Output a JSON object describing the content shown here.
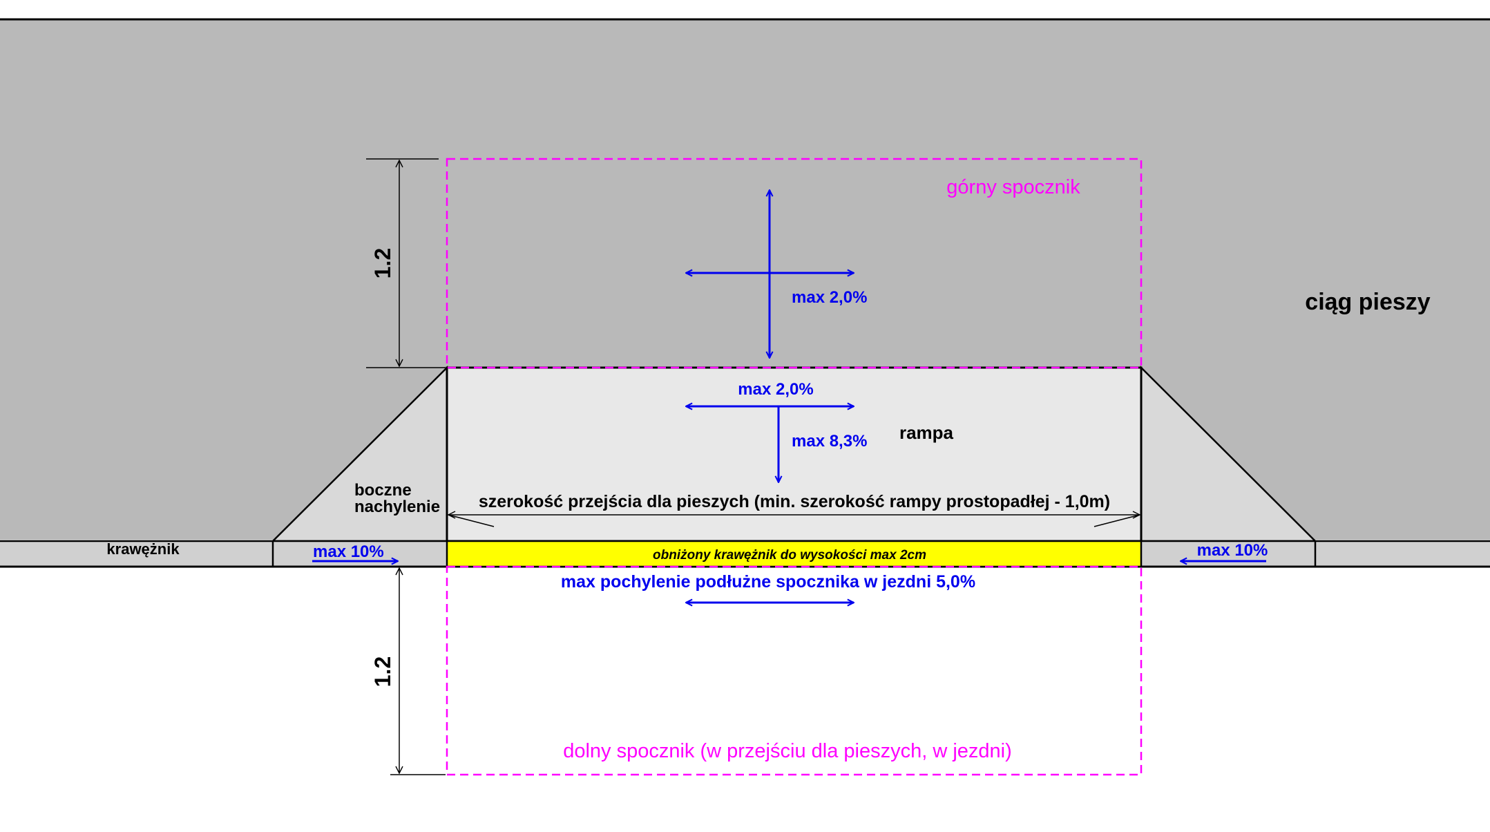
{
  "labels": {
    "upper_landing": "górny spocznik",
    "lower_landing": "dolny spocznik (w przejściu dla pieszych, w jezdni)",
    "pedestrian_path": "ciąg pieszy",
    "ramp": "rampa",
    "side_slope_line1": "boczne",
    "side_slope_line2": "nachylenie",
    "curb": "krawężnik",
    "lowered_curb": "obniżony krawężnik do wysokości max 2cm",
    "crossing_width": "szerokość przejścia dla pieszych (min. szerokość rampy prostopadłej - 1,0m)",
    "landing_slope": "max 2,0%",
    "ramp_cross_slope": "max 2,0%",
    "ramp_slope": "max 8,3%",
    "side_slope_left": "max 10%",
    "side_slope_right": "max 10%",
    "roadway_landing_slope": "max pochylenie podłużne spocznika w jezdni 5,0%",
    "dim_upper": "1.2",
    "dim_lower": "1.2"
  },
  "colors": {
    "sidewalk": "#b9b9b9",
    "ramp_surface": "#e8e8e8",
    "curb": "#d0d0d0",
    "lowered_curb": "#ffff00",
    "slope_arrows": "#0000ee",
    "landing_outline": "#ff00ff",
    "lines": "#000000"
  }
}
